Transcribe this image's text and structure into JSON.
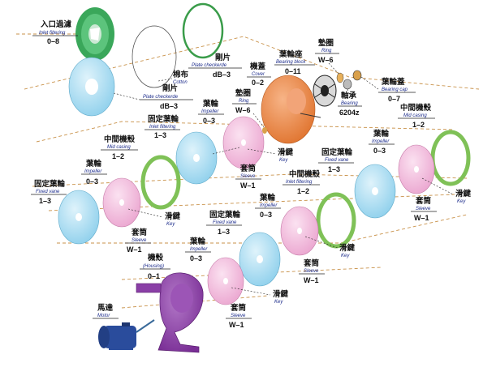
{
  "parts": {
    "inlet_filter": {
      "cn": "入口過濾",
      "en": "Inlet filtering",
      "code": "0–8"
    },
    "plate_checker_top": {
      "cn": "剛片",
      "en": "Plate checkerde",
      "code": "dB–3"
    },
    "cotton": {
      "cn": "棉布",
      "en": "Cotton"
    },
    "plate_checker_left": {
      "cn": "剛片",
      "en": "Plate checkerde",
      "code": "dB–3"
    },
    "cover": {
      "cn": "機蓋",
      "en": "Cover",
      "code": "0–2"
    },
    "bearing_block": {
      "cn": "葉輪座",
      "en": "Bearing block",
      "code": "0–11"
    },
    "ring_top": {
      "cn": "墊圈",
      "en": "Ring",
      "code": "W–6"
    },
    "bearing": {
      "cn": "軸承",
      "en": "Bearing",
      "code": "6204z"
    },
    "bearing_cap": {
      "cn": "葉輪蓋",
      "en": "Bearing cap",
      "code": "0–7"
    },
    "ring_mid": {
      "cn": "墊圈",
      "en": "Ring",
      "code": "W–6"
    },
    "impeller_a": {
      "cn": "葉輪",
      "en": "Impeller",
      "code": "0–3"
    },
    "fixed_vane_a": {
      "cn": "固定葉輪",
      "en": "Inlet filtering",
      "code": "1–3"
    },
    "key_a": {
      "cn": "滑鍵",
      "en": "Key"
    },
    "sleeve_a": {
      "cn": "套筒",
      "en": "Sleeve",
      "code": "W–1"
    },
    "mid_casing_a": {
      "cn": "中間機殼",
      "en": "Mid casing",
      "code": "1–2"
    },
    "impeller_b": {
      "cn": "葉輪",
      "en": "Impeller",
      "code": "0–3"
    },
    "fixed_vane_b": {
      "cn": "固定葉輪",
      "en": "Fixed vane",
      "code": "1–3"
    },
    "key_b": {
      "cn": "滑鍵",
      "en": "Key"
    },
    "sleeve_b": {
      "cn": "套筒",
      "en": "Sleeve",
      "code": "W–1"
    },
    "mid_casing_right": {
      "cn": "中間機殼",
      "en": "Mid casing",
      "code": "1–2"
    },
    "impeller_right": {
      "cn": "葉輪",
      "en": "Impeller",
      "code": "0–3"
    },
    "fixed_vane_right": {
      "cn": "固定葉輪",
      "en": "Fixed vane",
      "code": "1–3"
    },
    "key_right": {
      "cn": "滑鍵",
      "en": "Key"
    },
    "sleeve_right": {
      "cn": "套筒",
      "en": "Sleeve",
      "code": "W–1"
    },
    "mid_casing_c": {
      "cn": "中間機殼",
      "en": "Inlet filtering",
      "code": "1–2"
    },
    "impeller_c": {
      "cn": "葉輪",
      "en": "Impeller",
      "code": "0–3"
    },
    "key_c": {
      "cn": "滑鍵",
      "en": "Key"
    },
    "sleeve_c": {
      "cn": "套筒",
      "en": "Sleeve",
      "code": "W–1"
    },
    "fixed_vane_d": {
      "cn": "固定葉輪",
      "en": "Fixed vane",
      "code": "1–3"
    },
    "impeller_d": {
      "cn": "葉輪",
      "en": "Impeller",
      "code": "0–3"
    },
    "key_d": {
      "cn": "滑鍵",
      "en": "Key"
    },
    "sleeve_d": {
      "cn": "套筒",
      "en": "Sleeve",
      "code": "W–1"
    },
    "housing": {
      "cn": "機殼",
      "en": "(Housing)",
      "code": "0–1"
    },
    "motor": {
      "cn": "馬達",
      "en": "Motor"
    }
  },
  "colors": {
    "filter_green": "#3aa75a",
    "vane_blue": "#8fd0ec",
    "impeller_pink": "#eba6d0",
    "casing_green": "#8fd268",
    "cover_orange": "#ee8a4c",
    "housing_purple": "#8a3fa6",
    "motor_blue": "#2a4c9c",
    "axis_dash": "#c9924a"
  }
}
